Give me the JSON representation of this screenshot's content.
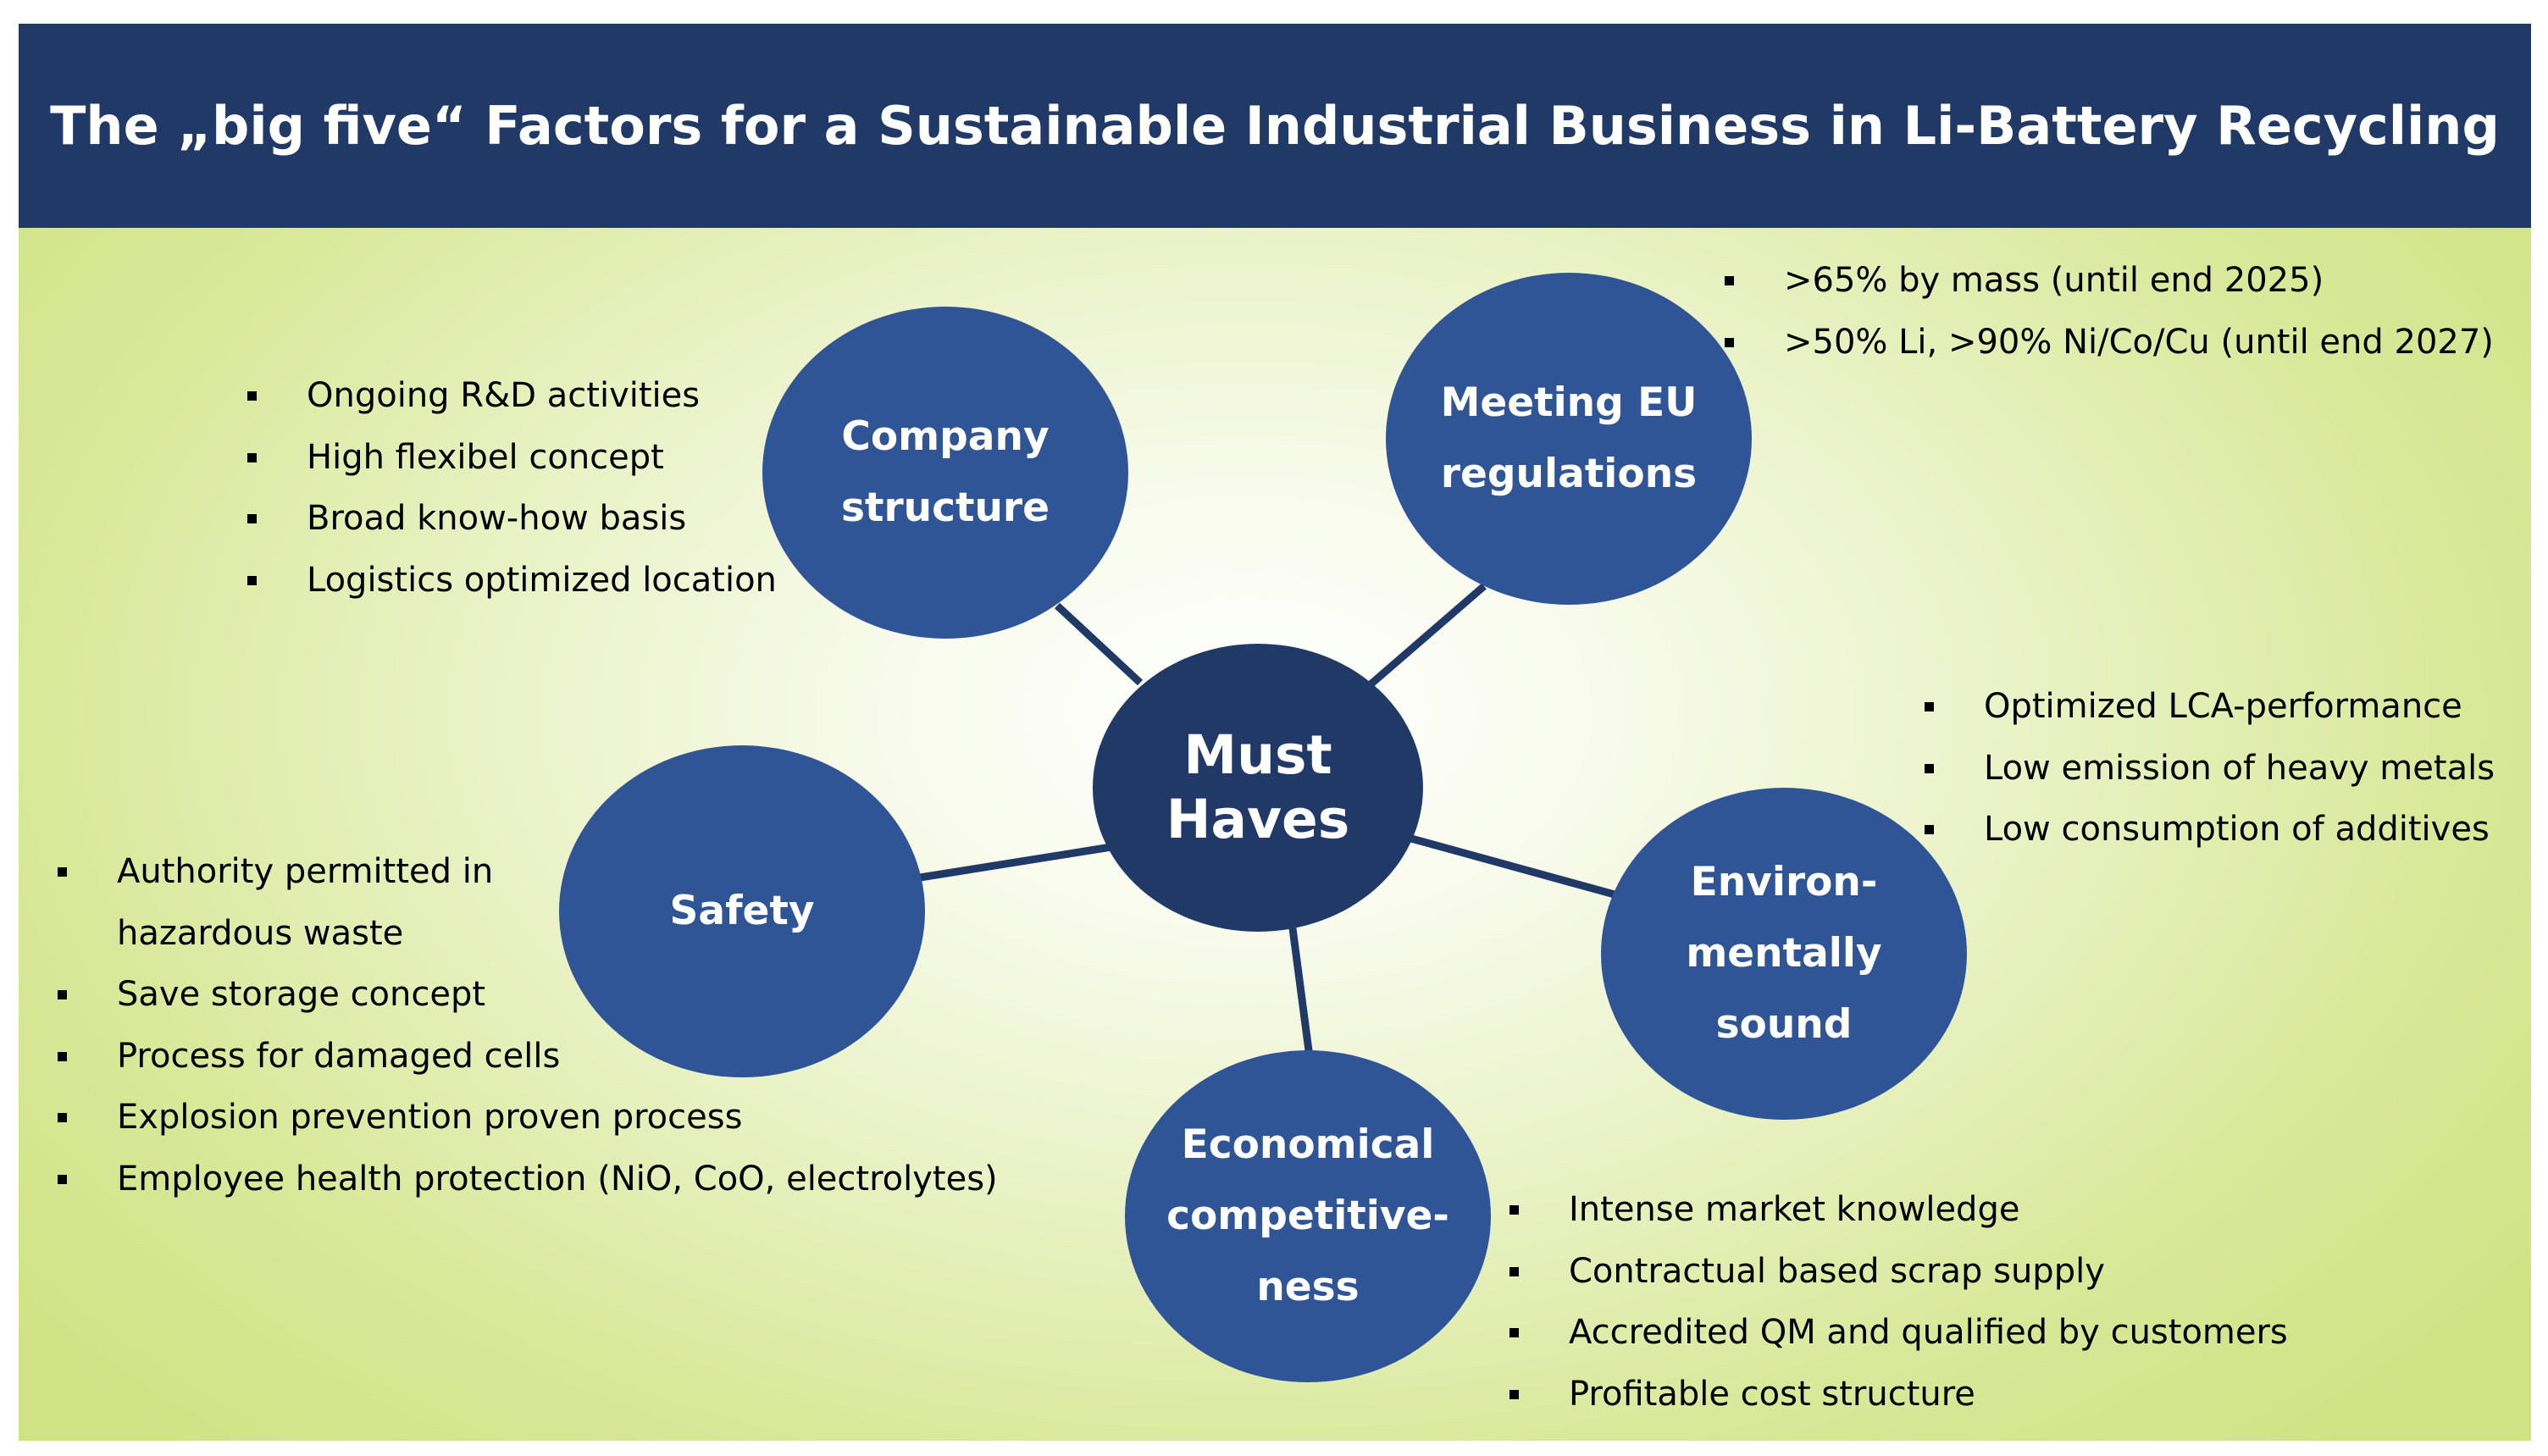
{
  "title": "The „big five“ Factors for a Sustainable Industrial Business in Li-Battery Recycling",
  "center": {
    "line1": "Must",
    "line2": "Haves"
  },
  "factors": {
    "company_structure": {
      "line1": "Company",
      "line2": "structure",
      "bullets": [
        "Ongoing R&D activities",
        "High flexibel concept",
        "Broad know-how basis",
        "Logistics optimized location"
      ]
    },
    "eu_regulations": {
      "line1": "Meeting EU",
      "line2": "regulations",
      "bullets": [
        ">65% by mass (until end 2025)",
        ">50% Li, >90% Ni/Co/Cu (until end 2027)"
      ]
    },
    "environment": {
      "line1": "Environ-",
      "line2": "mentally",
      "line3": "sound",
      "bullets": [
        "Optimized LCA-performance",
        "Low emission of heavy metals",
        "Low consumption of additives"
      ]
    },
    "economical": {
      "line1": "Economical",
      "line2": "competitive-",
      "line3": "ness",
      "bullets": [
        "Intense market knowledge",
        "Contractual based scrap supply",
        "Accredited QM and qualified by customers",
        "Profitable cost structure"
      ]
    },
    "safety": {
      "line1": "Safety",
      "bullets_first_line1": "Authority permitted in",
      "bullets_first_line2": "hazardous waste",
      "bullets": [
        "Save storage concept",
        "Process for damaged cells",
        "Explosion prevention proven process",
        "Employee health protection (NiO, CoO, electrolytes)"
      ]
    }
  },
  "colors": {
    "title_bar": "#213966",
    "center_circle": "#213966",
    "factor_circle": "#2f5597",
    "background_tint": "#d0e283"
  }
}
